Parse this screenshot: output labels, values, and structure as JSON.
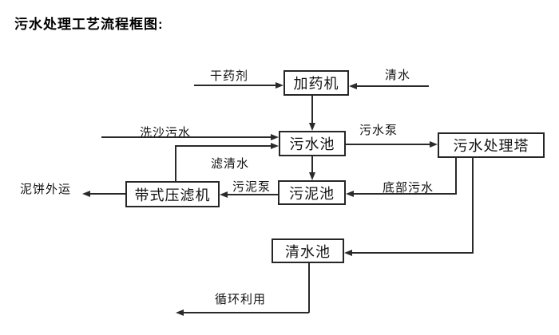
{
  "title": "污水处理工艺流程框图:",
  "nodes": {
    "dosing_machine": "加药机",
    "sewage_pool": "污水池",
    "treatment_tower": "污水处理塔",
    "sludge_pool": "污泥池",
    "belt_filter_press": "带式压滤机",
    "clean_water_pool": "清水池"
  },
  "labels": {
    "dry_agent": "干药剂",
    "clean_water": "清水",
    "sand_washing_sewage": "洗沙污水",
    "filtered_water": "滤清水",
    "sewage_pump": "污水泵",
    "bottom_sewage": "底部污水",
    "sludge_pump": "污泥泵",
    "mud_cake_outbound": "泥饼外运",
    "recycling": "循环利用"
  },
  "connections": [
    {
      "from": "干药剂",
      "to": "加药机",
      "label": "干药剂"
    },
    {
      "from": "清水",
      "to": "加药机",
      "label": "清水"
    },
    {
      "from": "加药机",
      "to": "污水池",
      "label": ""
    },
    {
      "from": "洗沙污水",
      "to": "污水池",
      "label": "洗沙污水"
    },
    {
      "from": "带式压滤机",
      "to": "污水池",
      "label": "滤清水"
    },
    {
      "from": "污水池",
      "to": "污水处理塔",
      "label": "污水泵"
    },
    {
      "from": "污水池",
      "to": "污泥池",
      "label": ""
    },
    {
      "from": "污水处理塔",
      "to": "污泥池",
      "label": "底部污水"
    },
    {
      "from": "污泥池",
      "to": "带式压滤机",
      "label": "污泥泵"
    },
    {
      "from": "带式压滤机",
      "to": "外运",
      "label": "泥饼外运"
    },
    {
      "from": "污水处理塔",
      "to": "清水池",
      "label": ""
    },
    {
      "from": "清水池",
      "to": "回用",
      "label": "循环利用"
    }
  ],
  "colors": {
    "background": "#ffffff",
    "line": "#2a2a2a",
    "box_border": "#262626",
    "text": "#111111"
  }
}
